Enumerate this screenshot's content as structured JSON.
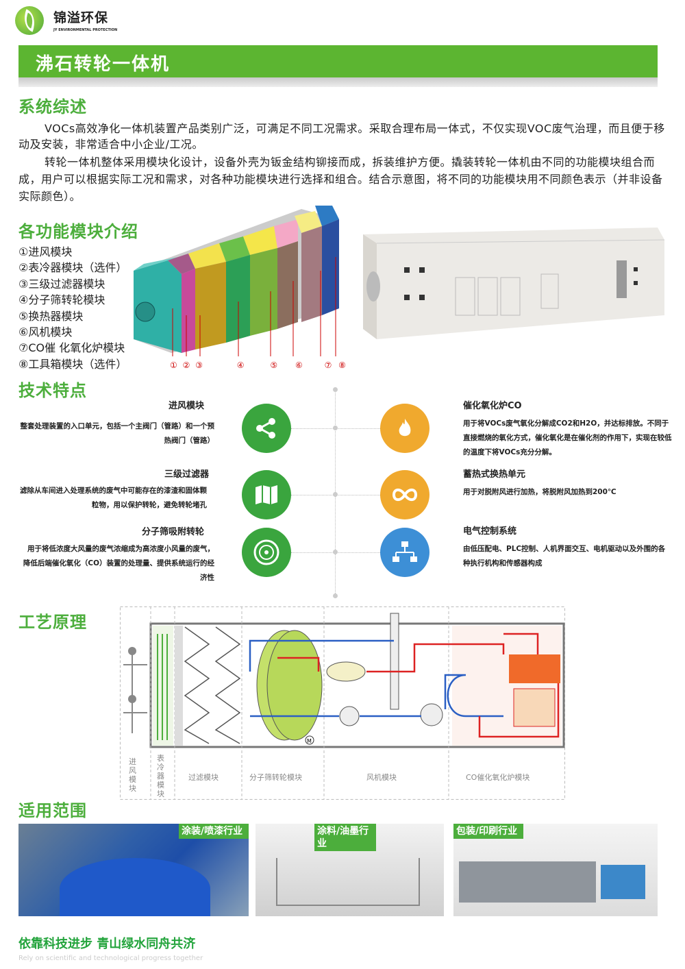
{
  "header": {
    "brand_cn": "锦溢环保",
    "brand_en": "JY ENVIRONMENTAL PROTECTION",
    "title": "沸石转轮一体机"
  },
  "overview": {
    "heading": "系统综述",
    "paragraphs": [
      "VOCs高效净化一体机装置产品类别广泛，可满足不同工况需求。采取合理布局一体式，不仅实现VOC废气治理，而且便于移动及安装，非常适合中小企业/工况。",
      "转轮一体机整体采用模块化设计，设备外壳为钣金结构铆接而成，拆装维护方便。撬装转轮一体机由不同的功能模块组合而成，用户可以根据实际工况和需求，对各种功能模块进行选择和组合。结合示意图，将不同的功能模块用不同颜色表示（并非设备实际颜色）。"
    ]
  },
  "modules": {
    "heading": "各功能模块介绍",
    "items": [
      "①进风模块",
      "②表冷器模块（选件）",
      "③三级过滤器模块",
      "④分子筛转轮模块",
      "⑤换热器模块",
      "⑥风机模块",
      "⑦CO催 化氧化炉模块",
      "⑧工具箱模块（选件）"
    ],
    "markers": [
      "①",
      "②",
      "③",
      "④",
      "⑤",
      "⑥",
      "⑦",
      "⑧"
    ]
  },
  "features": {
    "heading": "技术特点",
    "left": [
      {
        "title": "进风模块",
        "desc": "整套处理装置的入口单元，包括一个主阀门（管路）和一个预热阀门（管路）",
        "icon": "share-icon",
        "color": "#3aa53e"
      },
      {
        "title": "三级过滤器",
        "desc": "滤除从车间进入处理系统的废气中可能存在的漆渣和固体颗粒物，用以保护转轮，避免转轮堵孔",
        "icon": "map-icon",
        "color": "#3aa53e"
      },
      {
        "title": "分子筛吸附转轮",
        "desc": "用于将低浓度大风量的废气浓缩成为高浓度小风量的废气，降低后端催化氧化（CO）装置的处理量、提供系统运行的经济性",
        "icon": "disc-icon",
        "color": "#3aa53e"
      }
    ],
    "right": [
      {
        "title": "催化氧化炉CO",
        "desc": "用于将VOCs废气氧化分解成CO2和H2O，并达标排放。不同于直接燃烧的氧化方式，催化氧化是在催化剂的作用下，实现在较低的温度下将VOCs充分分解。",
        "icon": "flame-icon",
        "color": "#f0a92e"
      },
      {
        "title": "蓄热式换热单元",
        "desc": "用于对脱附风进行加热，将脱附风加热到200℃",
        "icon": "cycle-icon",
        "color": "#f0a92e"
      },
      {
        "title": "电气控制系统",
        "desc": "由低压配电、PLC控制、人机界面交互、电机驱动以及外围的各种执行机构和传感器构成",
        "icon": "network-icon",
        "color": "#3d8fd6"
      }
    ]
  },
  "process": {
    "heading": "工艺原理",
    "labels": [
      "进风模块",
      "表冷器模块",
      "过滤模块",
      "分子筛转轮模块",
      "风机模块",
      "CO催化氧化炉模块"
    ],
    "motor": "M"
  },
  "applications": {
    "heading": "适用范围",
    "items": [
      "涂装/喷漆行业",
      "涂料/油墨行业",
      "包装/印刷行业"
    ]
  },
  "footer": {
    "slogan": "依靠科技进步 青山绿水同舟共济",
    "slogan_en": "Rely on scientific and technological progress together"
  },
  "colors": {
    "green": "#4cae3c",
    "banner": "#5cb531",
    "orange": "#f0a92e",
    "blue": "#3d8fd6"
  }
}
